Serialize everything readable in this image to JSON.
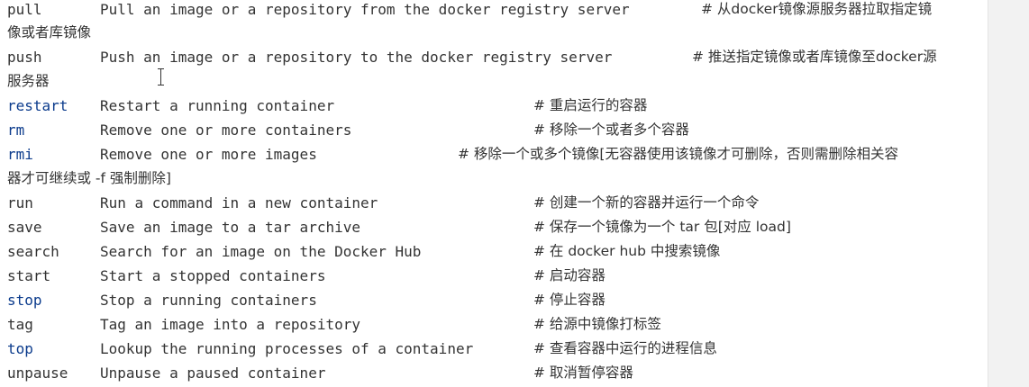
{
  "rows": [
    {
      "cmd": "pull",
      "desc": "Pull an image or a repository from the docker registry server",
      "comment": "# 从docker镜像源服务器拉取指定镜"
    },
    {
      "cmd": "push",
      "desc": "Push an image or a repository to the docker registry server",
      "comment": "# 推送指定镜像或者库镜像至docker源"
    },
    {
      "cmd": "restart",
      "desc": "Restart a running container",
      "comment": "# 重启运行的容器"
    },
    {
      "cmd": "rm",
      "desc": "Remove one or more containers",
      "comment": "# 移除一个或者多个容器"
    },
    {
      "cmd": "rmi",
      "desc": "Remove one or more images",
      "comment": "# 移除一个或多个镜像[无容器使用该镜像才可删除，否则需删除相关容"
    },
    {
      "cmd": "run",
      "desc": "Run a command in a new container",
      "comment": "# 创建一个新的容器并运行一个命令"
    },
    {
      "cmd": "save",
      "desc": "Save an image to a tar archive",
      "comment": "# 保存一个镜像为一个 tar 包[对应 load]"
    },
    {
      "cmd": "search",
      "desc": "Search for an image on the Docker Hub",
      "comment": "# 在 docker hub 中搜索镜像"
    },
    {
      "cmd": "start",
      "desc": "Start a stopped containers",
      "comment": "# 启动容器"
    },
    {
      "cmd": "stop",
      "desc": "Stop a running containers",
      "comment": "# 停止容器"
    },
    {
      "cmd": "tag",
      "desc": "Tag an image into a repository",
      "comment": "# 给源中镜像打标签"
    },
    {
      "cmd": "top",
      "desc": "Lookup the running processes of a container",
      "comment": "# 查看容器中运行的进程信息"
    },
    {
      "cmd": "unpause",
      "desc": "Unpause a paused container",
      "comment": "# 取消暂停容器"
    }
  ],
  "continuations": {
    "pull": "像或者库镜像",
    "push": "服务器",
    "rmi": "器才可继续或 -f 强制删除]"
  },
  "colors": {
    "text": "#333333",
    "keyword_blue": "#0b3b8c",
    "background": "#ffffff"
  }
}
